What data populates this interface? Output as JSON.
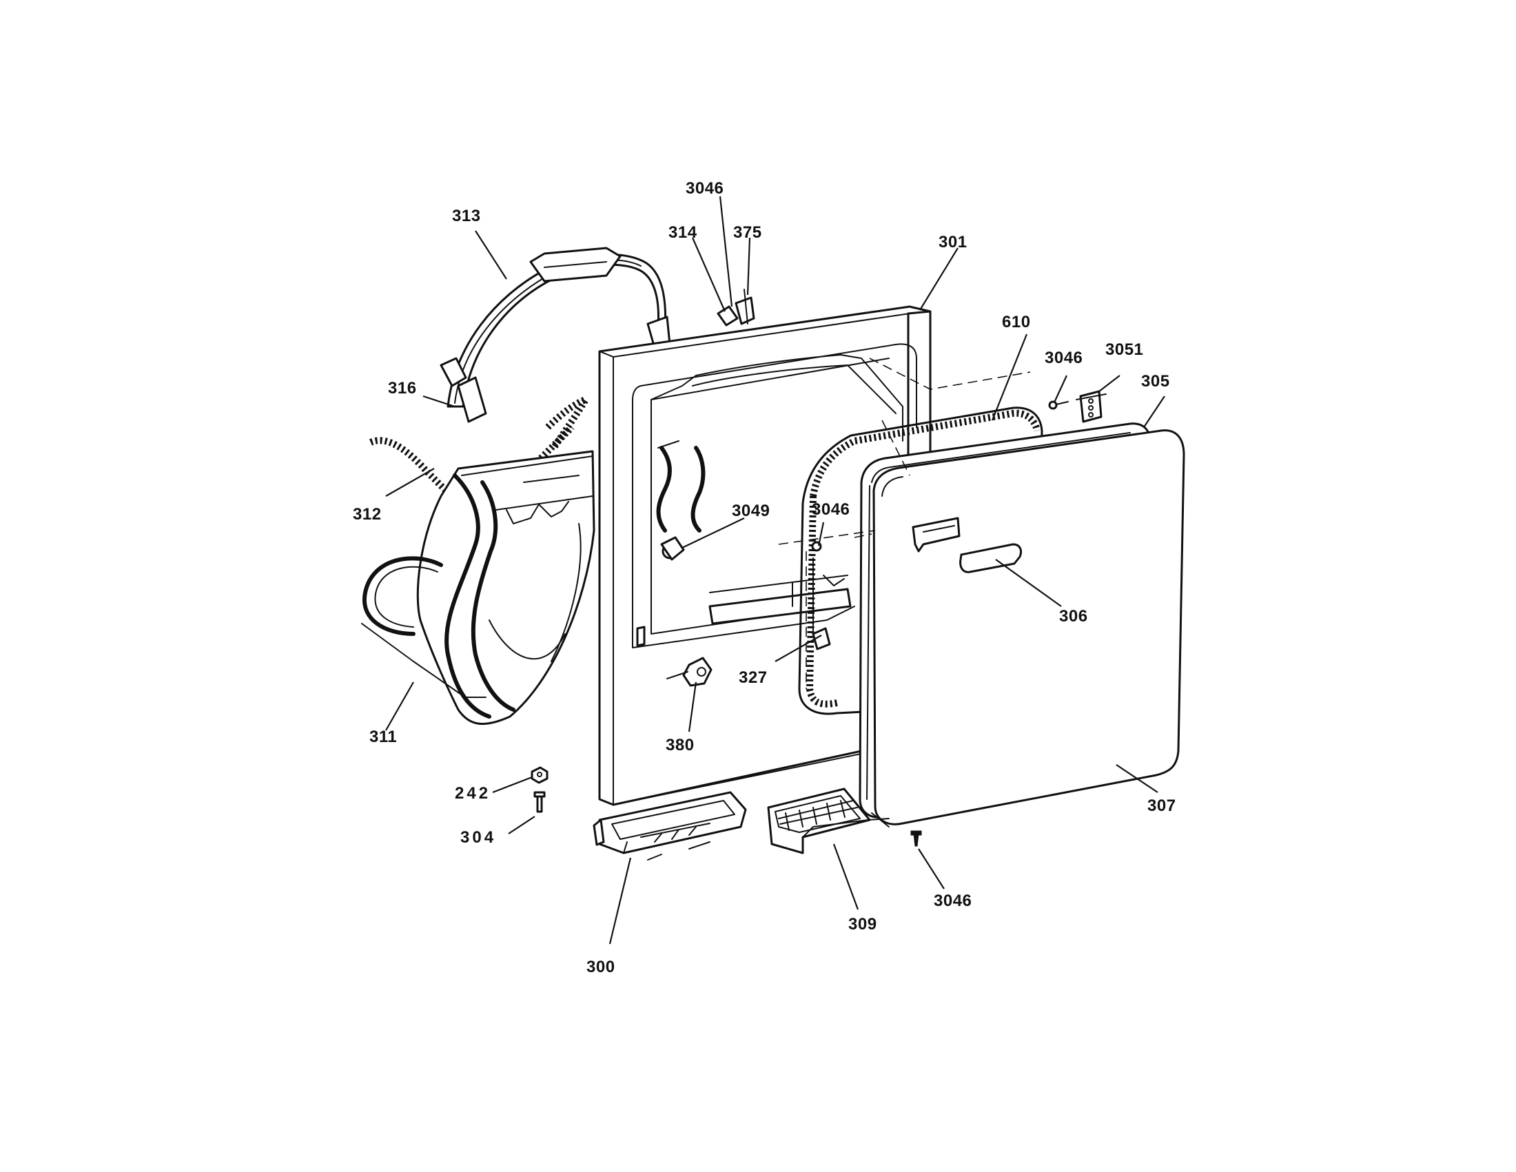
{
  "diagram": {
    "labels": {
      "p3046_top": "3046",
      "p314": "314",
      "p375": "375",
      "p313": "313",
      "p301": "301",
      "p610": "610",
      "p3046_right": "3046",
      "p3051": "3051",
      "p305": "305",
      "p316": "316",
      "p312": "312",
      "p3049": "3049",
      "p3046_mid": "3046",
      "p306": "306",
      "p327": "327",
      "p311": "311",
      "p380": "380",
      "p242": "242",
      "p304": "304",
      "p307": "307",
      "p3046_bottom": "3046",
      "p309": "309",
      "p300": "300"
    },
    "colors": {
      "ink": "#111111",
      "paper": "#ffffff"
    }
  }
}
